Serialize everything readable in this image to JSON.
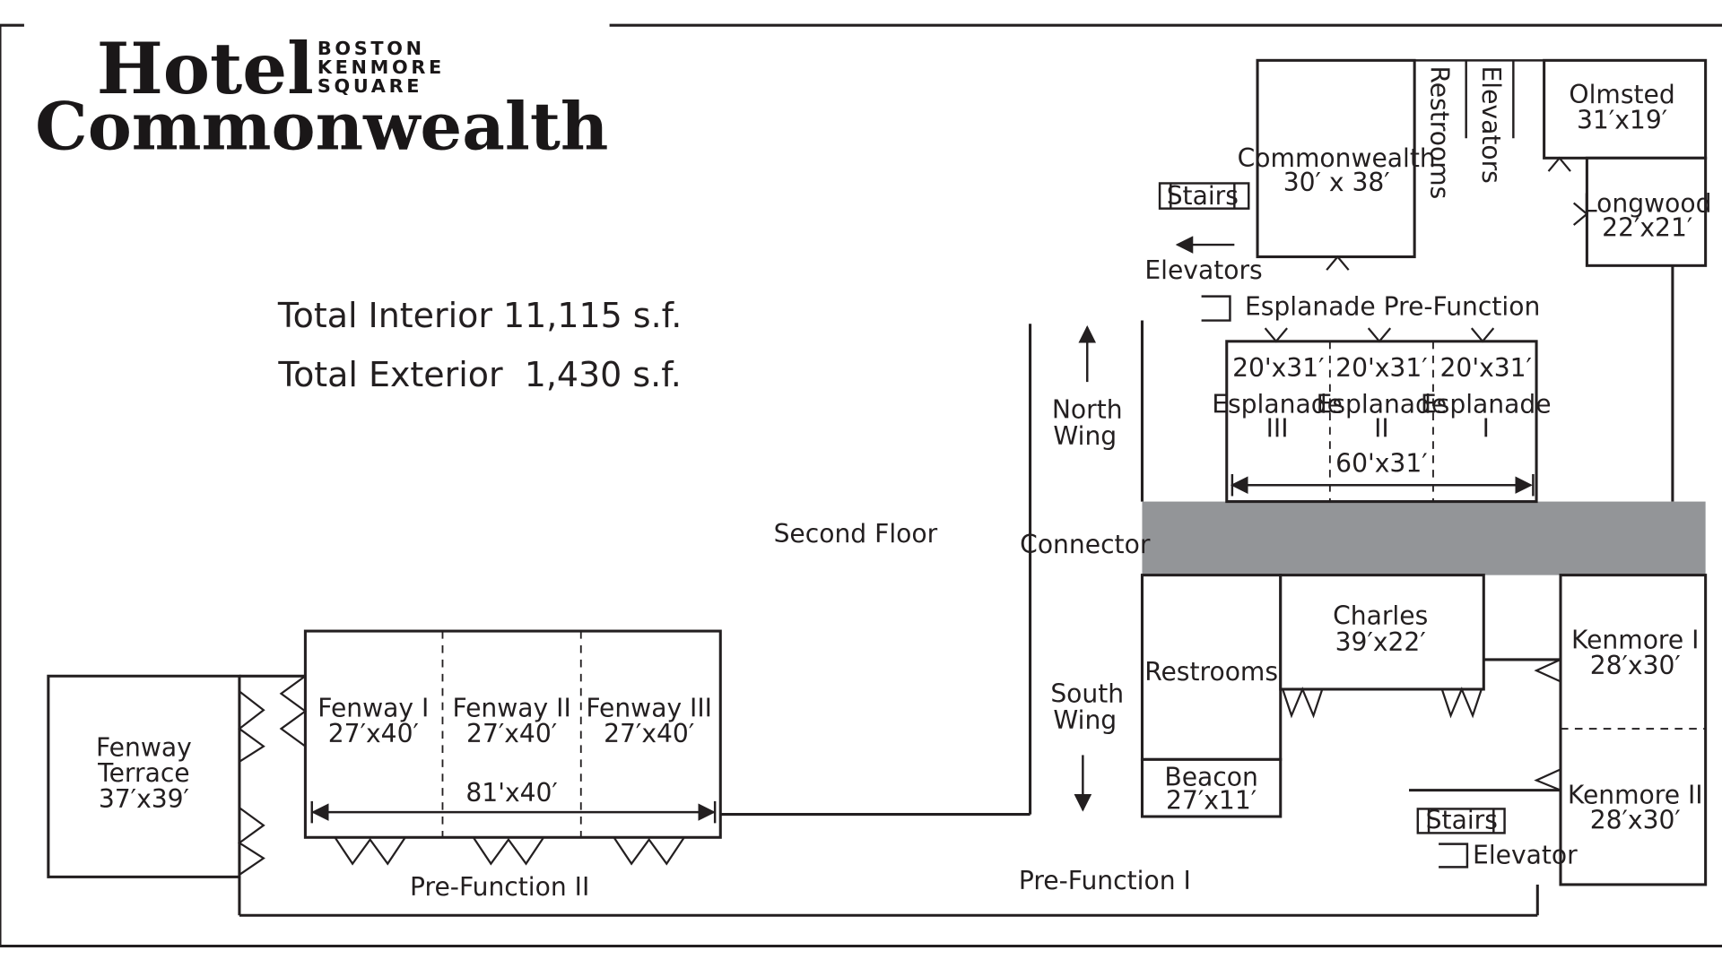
{
  "brand": {
    "name_line1": "Hotel",
    "name_line2": "Commonwealth",
    "location_line1": "BOSTON",
    "location_line2": "KENMORE",
    "location_line3": "SQUARE"
  },
  "totals": {
    "interior": "Total Interior 11,115 s.f.",
    "exterior": "Total Exterior  1,430 s.f."
  },
  "labels": {
    "second_floor": "Second Floor",
    "connector": "Connector",
    "north_wing_1": "North",
    "north_wing_2": "Wing",
    "south_wing_1": "South",
    "south_wing_2": "Wing",
    "pre_function_1": "Pre-Function I",
    "pre_function_2": "Pre-Function II",
    "esplanade_pre_function": "Esplanade Pre-Function",
    "elevators_left": "Elevators",
    "stairs_top": "Stairs",
    "stairs_bottom": "Stairs",
    "elevator_bottom": "Elevator",
    "restrooms_top": "Restrooms",
    "elevators_top": "Elevators"
  },
  "rooms": {
    "commonwealth": {
      "name": "Commonwealth",
      "size": "30′ x 38′"
    },
    "olmsted": {
      "name": "Olmsted",
      "size": "31′x19′"
    },
    "longwood": {
      "name": "Longwood",
      "size": "22′x21′"
    },
    "esplanade_iii": {
      "size": "20'x31′",
      "name": "Esplanade",
      "num": "III"
    },
    "esplanade_ii": {
      "size": "20'x31′",
      "name": "Esplanade",
      "num": "II"
    },
    "esplanade_i": {
      "size": "20'x31′",
      "name": "Esplanade",
      "num": "I"
    },
    "esplanade_total": "60'x31′",
    "charles": {
      "name": "Charles",
      "size": "39′x22′"
    },
    "restrooms": {
      "name": "Restrooms"
    },
    "beacon": {
      "name": "Beacon",
      "size": "27′x11′"
    },
    "kenmore_i": {
      "name": "Kenmore I",
      "size": "28′x30′"
    },
    "kenmore_ii": {
      "name": "Kenmore II",
      "size": "28′x30′"
    },
    "fenway_terrace": {
      "line1": "Fenway",
      "line2": "Terrace",
      "size": "37′x39′"
    },
    "fenway_i": {
      "name": "Fenway I",
      "size": "27′x40′"
    },
    "fenway_ii": {
      "name": "Fenway II",
      "size": "27′x40′"
    },
    "fenway_iii": {
      "name": "Fenway III",
      "size": "27′x40′"
    },
    "fenway_total": "81'x40′"
  },
  "colors": {
    "line": "#231f20",
    "connector_fill": "#939598",
    "background": "#ffffff"
  }
}
